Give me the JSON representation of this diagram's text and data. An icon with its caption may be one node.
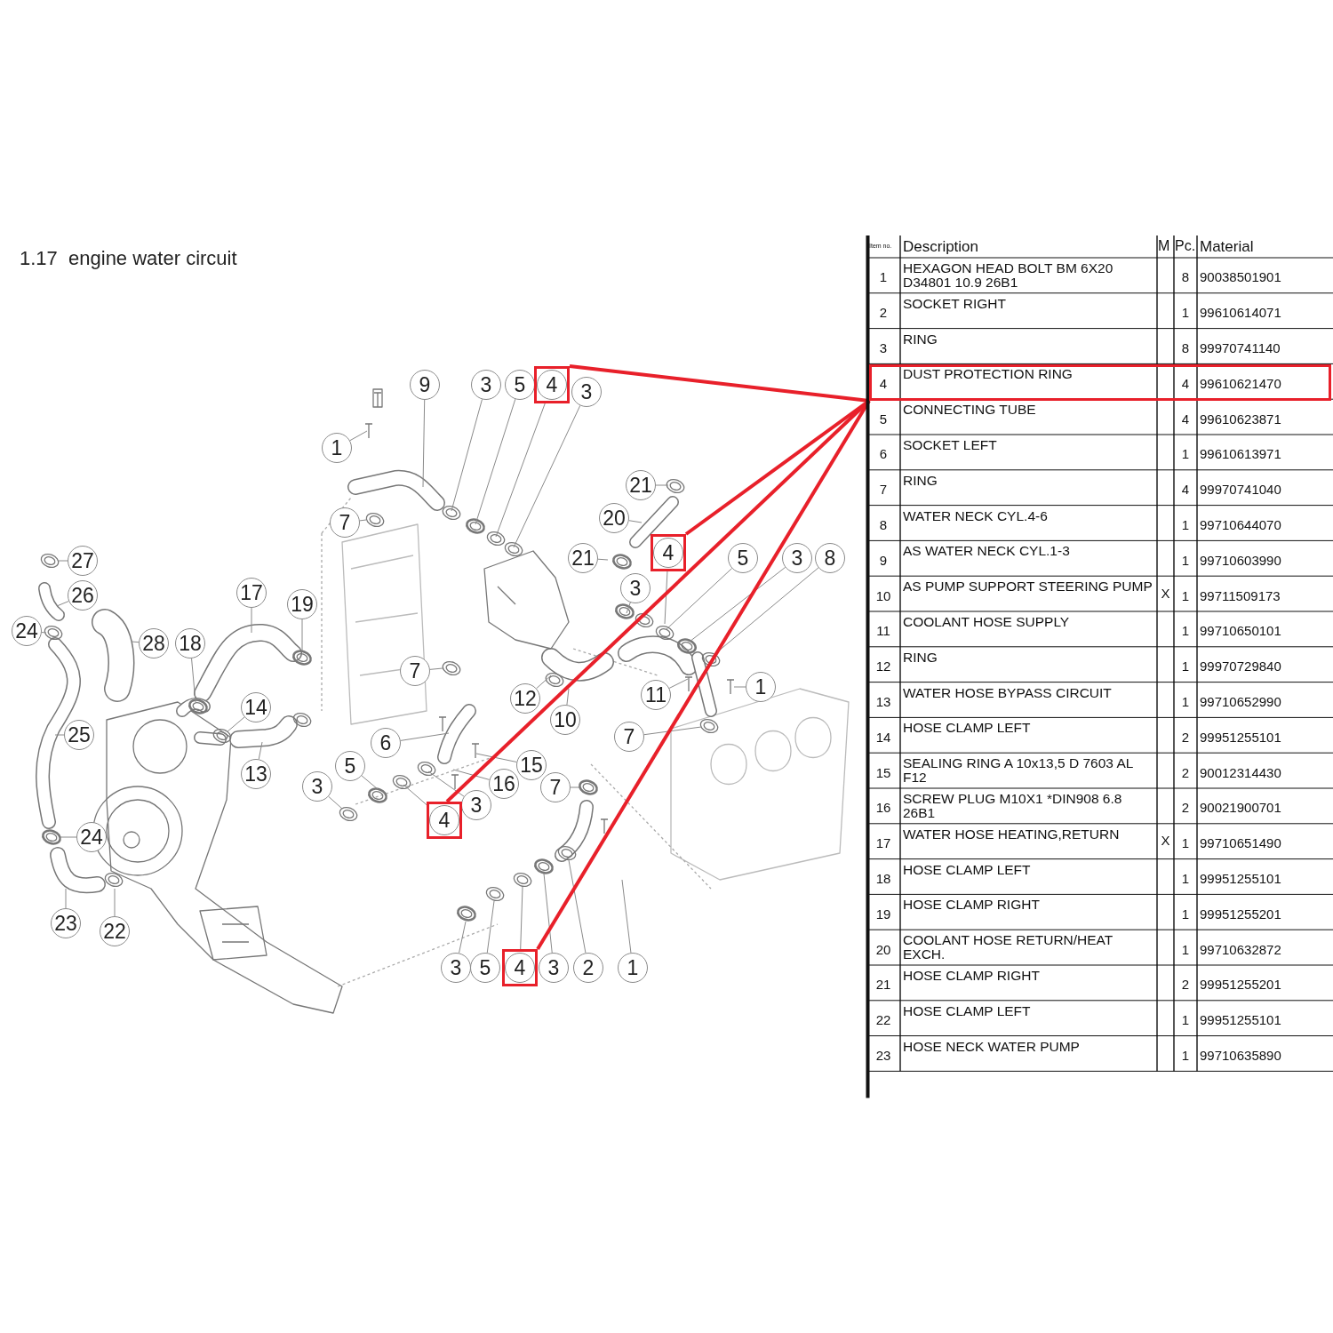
{
  "diagram": {
    "title": "1.17  engine water circuit",
    "nodes": [
      {
        "text": [
          "9"
        ]
      },
      {
        "text": [
          "3"
        ]
      },
      {
        "text": [
          "5"
        ]
      },
      {
        "text": [
          "4"
        ]
      },
      {
        "text": [
          "3"
        ]
      },
      {
        "text": [
          "1"
        ]
      },
      {
        "text": [
          "21"
        ]
      },
      {
        "text": [
          "20"
        ]
      },
      {
        "text": [
          "7"
        ]
      },
      {
        "text": [
          "27"
        ]
      },
      {
        "text": [
          "21"
        ]
      },
      {
        "text": [
          "4"
        ]
      },
      {
        "text": [
          "5"
        ]
      },
      {
        "text": [
          "3"
        ]
      },
      {
        "text": [
          "8"
        ]
      },
      {
        "text": [
          "3"
        ]
      },
      {
        "text": [
          "26"
        ]
      },
      {
        "text": [
          "17"
        ]
      },
      {
        "text": [
          "19"
        ]
      },
      {
        "text": [
          "24"
        ]
      },
      {
        "text": [
          "28"
        ]
      },
      {
        "text": [
          "18"
        ]
      },
      {
        "text": [
          "7"
        ]
      },
      {
        "text": [
          "11"
        ]
      },
      {
        "text": [
          "12"
        ]
      },
      {
        "text": [
          "1"
        ]
      },
      {
        "text": [
          "14"
        ]
      },
      {
        "text": [
          "10"
        ]
      },
      {
        "text": [
          "25"
        ]
      },
      {
        "text": [
          "7"
        ]
      },
      {
        "text": [
          "6"
        ]
      },
      {
        "text": [
          "15"
        ]
      },
      {
        "text": [
          "5"
        ]
      },
      {
        "text": [
          "13"
        ]
      },
      {
        "text": [
          "3"
        ]
      },
      {
        "text": [
          "16"
        ]
      },
      {
        "text": [
          "7"
        ]
      },
      {
        "text": [
          "3"
        ]
      },
      {
        "text": [
          "4"
        ]
      },
      {
        "text": [
          "24"
        ]
      },
      {
        "text": [
          "23"
        ]
      },
      {
        "text": [
          "22"
        ]
      },
      {
        "text": [
          "3"
        ]
      },
      {
        "text": [
          "5"
        ]
      },
      {
        "text": [
          "4"
        ]
      },
      {
        "text": [
          "3"
        ]
      },
      {
        "text": [
          "2"
        ]
      },
      {
        "text": [
          "1"
        ]
      },
      {
        "text": [],
        "shape": "box"
      }
    ],
    "edges": [
      {
        "from": 0,
        "to": null,
        "arrow": "none"
      },
      {
        "from": 1,
        "to": null,
        "arrow": "none"
      },
      {
        "from": 2,
        "to": null,
        "arrow": "none"
      },
      {
        "from": 3,
        "to": null,
        "arrow": "none"
      },
      {
        "from": 4,
        "to": null,
        "arrow": "none"
      },
      {
        "from": 5,
        "to": null,
        "arrow": "none"
      },
      {
        "from": 6,
        "to": null,
        "arrow": "none"
      },
      {
        "from": 7,
        "to": null,
        "arrow": "none"
      },
      {
        "from": 8,
        "to": null,
        "arrow": "none"
      },
      {
        "from": 9,
        "to": null,
        "arrow": "none"
      },
      {
        "from": 10,
        "to": null,
        "arrow": "none"
      },
      {
        "from": 11,
        "to": null,
        "arrow": "none"
      },
      {
        "from": 12,
        "to": null,
        "arrow": "none"
      },
      {
        "from": 13,
        "to": null,
        "arrow": "none"
      },
      {
        "from": 14,
        "to": null,
        "arrow": "none"
      },
      {
        "from": 15,
        "to": null,
        "arrow": "none"
      },
      {
        "from": 16,
        "to": null,
        "arrow": "none"
      },
      {
        "from": 17,
        "to": null,
        "arrow": "none"
      },
      {
        "from": 18,
        "to": null,
        "arrow": "none"
      },
      {
        "from": 19,
        "to": null,
        "arrow": "none"
      },
      {
        "from": 20,
        "to": null,
        "arrow": "none"
      },
      {
        "from": 21,
        "to": null,
        "arrow": "none"
      },
      {
        "from": 22,
        "to": null,
        "arrow": "none"
      },
      {
        "from": 23,
        "to": null,
        "arrow": "none"
      },
      {
        "from": 24,
        "to": null,
        "arrow": "none"
      },
      {
        "from": 25,
        "to": null,
        "arrow": "none"
      },
      {
        "from": 26,
        "to": null,
        "arrow": "none"
      },
      {
        "from": 27,
        "to": null,
        "arrow": "none"
      },
      {
        "from": 28,
        "to": null,
        "arrow": "none"
      },
      {
        "from": 29,
        "to": null,
        "arrow": "none"
      },
      {
        "from": 30,
        "to": null,
        "arrow": "none"
      },
      {
        "from": 31,
        "to": null,
        "arrow": "none"
      },
      {
        "from": 32,
        "to": null,
        "arrow": "none"
      },
      {
        "from": 33,
        "to": null,
        "arrow": "none"
      },
      {
        "from": 34,
        "to": null,
        "arrow": "none"
      },
      {
        "from": 35,
        "to": null,
        "arrow": "none"
      },
      {
        "from": 36,
        "to": null,
        "arrow": "none"
      },
      {
        "from": 37,
        "to": null,
        "arrow": "none"
      },
      {
        "from": 38,
        "to": null,
        "arrow": "none"
      },
      {
        "from": 39,
        "to": null,
        "arrow": "none"
      },
      {
        "from": 40,
        "to": null,
        "arrow": "none"
      },
      {
        "from": 41,
        "to": null,
        "arrow": "none"
      },
      {
        "from": 42,
        "to": null,
        "arrow": "none"
      },
      {
        "from": 43,
        "to": null,
        "arrow": "none"
      },
      {
        "from": 44,
        "to": null,
        "arrow": "none"
      },
      {
        "from": 45,
        "to": null,
        "arrow": "none"
      },
      {
        "from": 46,
        "to": null,
        "arrow": "none"
      },
      {
        "from": 47,
        "to": null,
        "arrow": "none"
      },
      {
        "from": 48,
        "to": 3,
        "arrow": "none",
        "style": "thick",
        "color": "#e8202a"
      },
      {
        "from": 48,
        "to": 11,
        "arrow": "none",
        "style": "thick",
        "color": "#e8202a"
      },
      {
        "from": 48,
        "to": 38,
        "arrow": "none",
        "style": "thick",
        "color": "#e8202a"
      },
      {
        "from": 48,
        "to": 44,
        "arrow": "none",
        "style": "thick",
        "color": "#e8202a"
      }
    ],
    "labels": [
      "Item no.",
      "Description",
      "M",
      "Pc.",
      "Material",
      "1",
      "HEXAGON HEAD BOLT BM 6X20 D34801 10.9 26B1",
      "8",
      "90038501901",
      "2",
      "SOCKET RIGHT",
      "1",
      "99610614071",
      "3",
      "RING",
      "8",
      "99970741140",
      "4",
      "DUST PROTECTION RING",
      "4",
      "99610621470",
      "5",
      "CONNECTING TUBE",
      "4",
      "99610623871",
      "6",
      "SOCKET LEFT",
      "1",
      "99610613971",
      "7",
      "RING",
      "4",
      "99970741040",
      "8",
      "WATER NECK CYL.4-6",
      "1",
      "99710644070",
      "9",
      "AS WATER NECK CYL.1-3",
      "1",
      "99710603990",
      "10",
      "AS PUMP SUPPORT STEERING PUMP",
      "X",
      "1",
      "99711509173",
      "11",
      "COOLANT HOSE SUPPLY",
      "1",
      "99710650101",
      "12",
      "RING",
      "1",
      "99970729840",
      "13",
      "WATER HOSE BYPASS CIRCUIT",
      "1",
      "99710652990",
      "14",
      "HOSE CLAMP LEFT",
      "2",
      "99951255101",
      "15",
      "SEALING RING A 10x13,5 D 7603 AL F12",
      "2",
      "90012314430",
      "16",
      "SCREW PLUG M10X1 *DIN908 6.8 26B1",
      "2",
      "90021900701",
      "17",
      "WATER HOSE HEATING,RETURN",
      "X",
      "1",
      "99710651490",
      "18",
      "HOSE CLAMP LEFT",
      "1",
      "99951255101",
      "19",
      "HOSE CLAMP RIGHT",
      "1",
      "99951255201",
      "20",
      "COOLANT HOSE RETURN/HEAT EXCH.",
      "1",
      "99710632872",
      "21",
      "HOSE CLAMP RIGHT",
      "2",
      "99951255201",
      "22",
      "HOSE CLAMP LEFT",
      "1",
      "99951255101",
      "23",
      "HOSE NECK WATER PUMP",
      "1",
      "99710635890"
    ]
  }
}
